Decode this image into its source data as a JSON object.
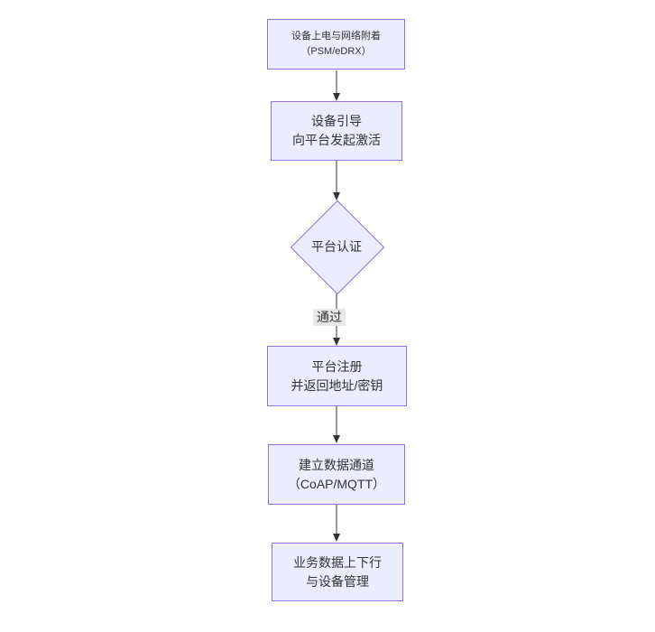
{
  "diagram": {
    "type": "flowchart",
    "direction": "top-down",
    "colors": {
      "background": "#ffffff",
      "node_fill": "#ECECFF",
      "node_border": "#9370DB",
      "edge_line": "#333333",
      "text": "#333333",
      "edge_label_background": "#e8e8e8"
    },
    "nodes": [
      {
        "id": "power-attach",
        "shape": "rect",
        "lines": [
          "设备上电与网络附着",
          "（PSM/eDRX）"
        ]
      },
      {
        "id": "bootstrap",
        "shape": "rect",
        "lines": [
          "设备引导",
          "向平台发起激活"
        ]
      },
      {
        "id": "platform-auth",
        "shape": "diamond",
        "lines": [
          "平台认证"
        ]
      },
      {
        "id": "platform-register",
        "shape": "rect",
        "lines": [
          "平台注册",
          "并返回地址/密钥"
        ]
      },
      {
        "id": "data-channel",
        "shape": "rect",
        "lines": [
          "建立数据通道",
          "（CoAP/MQTT）"
        ]
      },
      {
        "id": "business-data",
        "shape": "rect",
        "lines": [
          "业务数据上下行",
          "与设备管理"
        ]
      }
    ],
    "edges": [
      {
        "from": "power-attach",
        "to": "bootstrap",
        "label": ""
      },
      {
        "from": "bootstrap",
        "to": "platform-auth",
        "label": ""
      },
      {
        "from": "platform-auth",
        "to": "platform-register",
        "label": "通过"
      },
      {
        "from": "platform-register",
        "to": "data-channel",
        "label": ""
      },
      {
        "from": "data-channel",
        "to": "business-data",
        "label": ""
      }
    ]
  }
}
